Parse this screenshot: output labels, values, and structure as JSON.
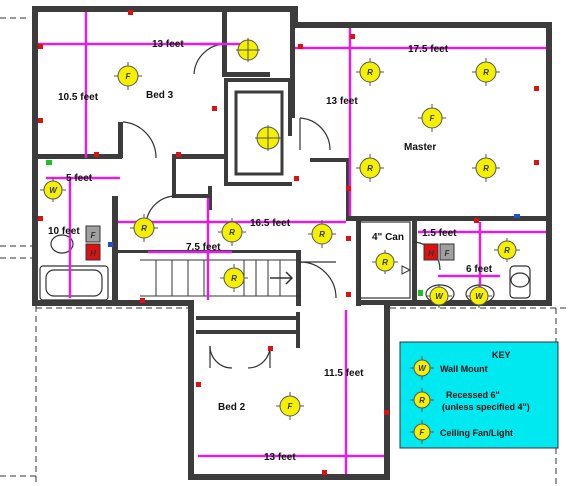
{
  "rooms": {
    "bed3": "Bed 3",
    "master": "Master",
    "bed2": "Bed 2"
  },
  "dimensions": {
    "bed3_width": "13 feet",
    "bed3_depth": "10.5 feet",
    "master_width": "17.5 feet",
    "master_depth": "13 feet",
    "hall_width": "16.5 feet",
    "stair_width": "7.5 feet",
    "bath_small": "5 feet",
    "bath_depth": "10 feet",
    "master_bath_small": "1.5 feet",
    "master_bath_width": "6 feet",
    "bed2_depth": "11.5 feet",
    "bed2_width": "13 feet",
    "can_light_note": "4\" Can"
  },
  "panel_labels": {
    "fan_box": "F",
    "heater_box": "H"
  },
  "fixture_letters": {
    "wall": "W",
    "recessed": "R",
    "fan": "F"
  },
  "key": {
    "title": "KEY",
    "wall_label": "Wall Mount",
    "recessed_label_1": "Recessed 6\"",
    "recessed_label_2": "(unless specified 4\")",
    "fan_label": "Ceiling Fan/Light"
  },
  "colors": {
    "wall": "#3c3c3c",
    "wire": "#e020e0",
    "fixture": "#f5f000",
    "outlet": "#dd1111",
    "key_bg": "#00e8f0",
    "fan_box": "#a0a0a0",
    "heater_box": "#dd1111"
  }
}
